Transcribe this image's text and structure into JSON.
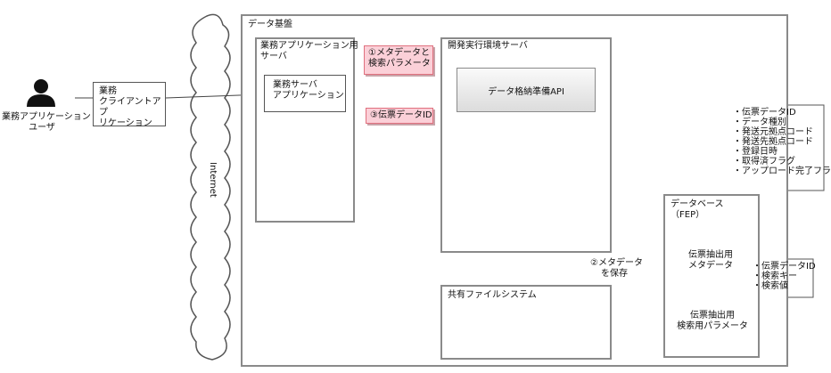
{
  "user": {
    "label_line1": "業務アプリケーション",
    "label_line2": "ユーザ"
  },
  "client": {
    "line1": "業務",
    "line2": "クライアントアプ",
    "line3": "リケーション"
  },
  "internet": {
    "label": "Internet"
  },
  "platform": {
    "label": "データ基盤"
  },
  "app_server": {
    "label_line1": "業務アプリケーション用",
    "label_line2": "サーバ",
    "inner_line1": "業務サーバ",
    "inner_line2": "アプリケーション"
  },
  "dev_server": {
    "label": "開発実行環境サーバ",
    "api_label": "データ格納準備API"
  },
  "file_system": {
    "label": "共有ファイルシステム"
  },
  "database": {
    "label_line1": "データベース",
    "label_line2": "（FEP）",
    "cyl1_line1": "伝票抽出用",
    "cyl1_line2": "メタデータ",
    "cyl2_line1": "伝票抽出用",
    "cyl2_line2": "検索用パラメータ"
  },
  "notes": {
    "request_line1": "①メタデータと",
    "request_line2": "検索パラメータ",
    "response": "③伝票データID",
    "save_line1": "②メタデータ",
    "save_line2": "を保存"
  },
  "meta_fields": [
    "・伝票データID",
    "・データ種別",
    "・発送元拠点コード",
    "・発送先拠点コード",
    "・登録日時",
    "・取得済フラグ",
    "・アップロード完了フラグ"
  ],
  "param_fields": [
    "・伝票データID",
    "・検索キー",
    "・検索値"
  ]
}
